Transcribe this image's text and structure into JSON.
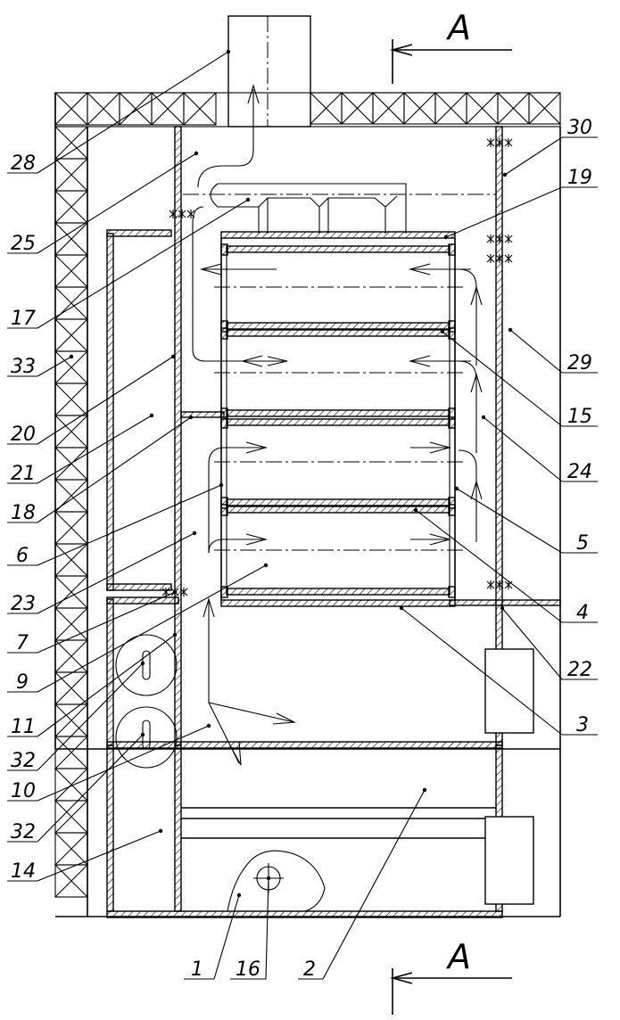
{
  "section_marks": {
    "top": "A",
    "bottom": "A"
  },
  "labels": [
    {
      "id": "28",
      "text": "28"
    },
    {
      "id": "25",
      "text": "25"
    },
    {
      "id": "17",
      "text": "17"
    },
    {
      "id": "33",
      "text": "33"
    },
    {
      "id": "20",
      "text": "20"
    },
    {
      "id": "21",
      "text": "21"
    },
    {
      "id": "18",
      "text": "18"
    },
    {
      "id": "6",
      "text": "6"
    },
    {
      "id": "23",
      "text": "23"
    },
    {
      "id": "7",
      "text": "7"
    },
    {
      "id": "9",
      "text": "9"
    },
    {
      "id": "11",
      "text": "11"
    },
    {
      "id": "32a",
      "text": "32"
    },
    {
      "id": "10",
      "text": "10"
    },
    {
      "id": "32b",
      "text": "32"
    },
    {
      "id": "14",
      "text": "14"
    },
    {
      "id": "1",
      "text": "1"
    },
    {
      "id": "16",
      "text": "16"
    },
    {
      "id": "2",
      "text": "2"
    },
    {
      "id": "30",
      "text": "30"
    },
    {
      "id": "19",
      "text": "19"
    },
    {
      "id": "29",
      "text": "29"
    },
    {
      "id": "15",
      "text": "15"
    },
    {
      "id": "24",
      "text": "24"
    },
    {
      "id": "5",
      "text": "5"
    },
    {
      "id": "4",
      "text": "4"
    },
    {
      "id": "22",
      "text": "22"
    },
    {
      "id": "3",
      "text": "3"
    }
  ]
}
